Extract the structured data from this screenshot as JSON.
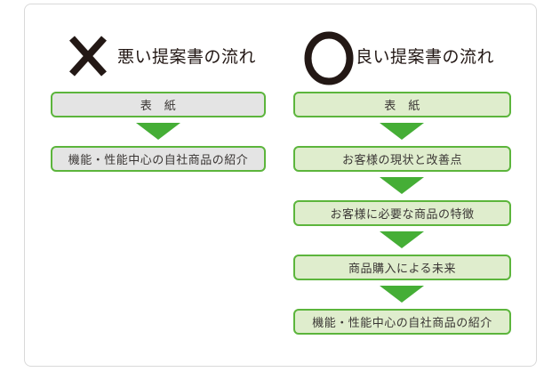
{
  "diagram": {
    "left": {
      "mark": "cross",
      "title": "悪い提案書の流れ",
      "steps": [
        "表　紙",
        "機能・性能中心の自社商品の紹介"
      ]
    },
    "right": {
      "mark": "circle",
      "title": "良い提案書の流れ",
      "steps": [
        "表　紙",
        "お客様の現状と改善点",
        "お客様に必要な商品の特徴",
        "商品購入による未来",
        "機能・性能中心の自社商品の紹介"
      ]
    }
  },
  "colors": {
    "box_border_green": "#5cb53c",
    "arrow_green": "#45ae36",
    "bad_box_fill_gray": "#e4e4e4",
    "good_box_fill_green": "#dfedcd",
    "mark_black": "#231815",
    "box_text": "#3a3634",
    "card_border_gray": "#d9d9d9"
  },
  "icons": {
    "cross": "cross-icon",
    "circle": "circle-icon"
  }
}
